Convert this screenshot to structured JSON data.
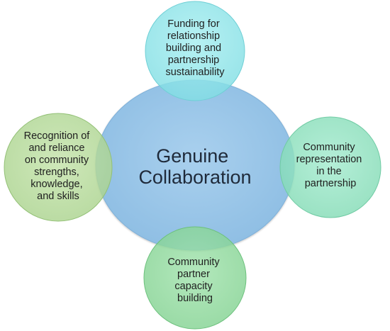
{
  "diagram": {
    "center": {
      "lines": [
        "Genuine",
        "Collaboration"
      ],
      "color": "#9fc8e8"
    },
    "satellites": [
      {
        "id": "top",
        "lines": [
          "Funding for",
          "relationship",
          "building and",
          "partnership",
          "sustainability"
        ],
        "color": "#8fe4e8"
      },
      {
        "id": "right",
        "lines": [
          "Community",
          "representation",
          "in the",
          "partnership"
        ],
        "color": "#8ee0c0"
      },
      {
        "id": "bottom",
        "lines": [
          "Community",
          "partner",
          "capacity",
          "building"
        ],
        "color": "#8ed79b"
      },
      {
        "id": "left",
        "lines": [
          "Recognition of",
          "and reliance",
          "on community",
          "strengths,",
          "knowledge,",
          "and skills"
        ],
        "color": "#b6d99a"
      }
    ]
  }
}
